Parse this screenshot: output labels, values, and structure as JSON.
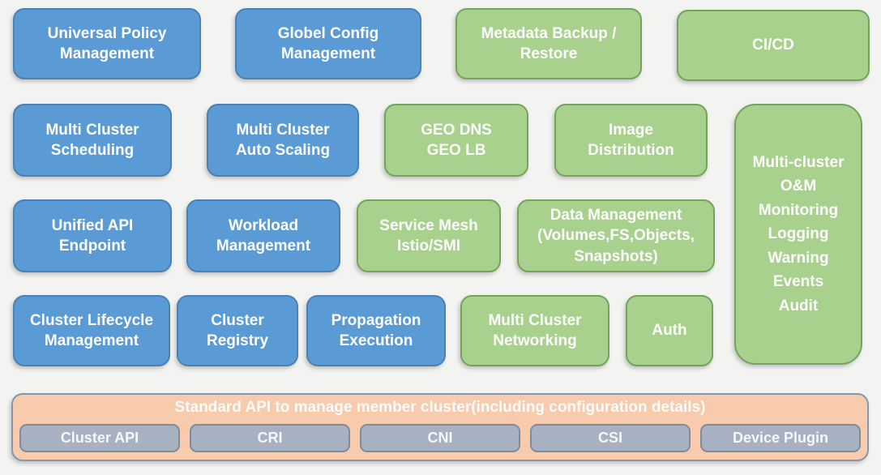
{
  "colors": {
    "blue_fill": "#5b9bd5",
    "blue_border": "#4a80b2",
    "green_fill": "#a9d18e",
    "green_border": "#74a35b",
    "orange_fill": "#f8cbad",
    "orange_border": "#8696ac",
    "gray_fill": "#a7b1c2",
    "gray_border": "#7d8b9e",
    "label_text": "#fcfcfc",
    "background": "#f3f3f1"
  },
  "rows": [
    {
      "boxes": [
        {
          "label": "Universal Policy\nManagement",
          "color": "blue"
        },
        {
          "label": "Globel Config\nManagement",
          "color": "blue"
        },
        {
          "label": "Metadata Backup /\nRestore",
          "color": "green"
        },
        {
          "label": "CI/CD",
          "color": "green"
        }
      ]
    },
    {
      "boxes": [
        {
          "label": "Multi Cluster\nScheduling",
          "color": "blue"
        },
        {
          "label": "Multi Cluster\nAuto Scaling",
          "color": "blue"
        },
        {
          "label": "GEO DNS\nGEO LB",
          "color": "green"
        },
        {
          "label": "Image\nDistribution",
          "color": "green"
        }
      ]
    },
    {
      "boxes": [
        {
          "label": "Unified API\nEndpoint",
          "color": "blue"
        },
        {
          "label": "Workload\nManagement",
          "color": "blue"
        },
        {
          "label": "Service Mesh\nIstio/SMI",
          "color": "green"
        },
        {
          "label": "Data Management\n(Volumes,FS,Objects,\nSnapshots)",
          "color": "green"
        }
      ]
    },
    {
      "boxes": [
        {
          "label": "Cluster Lifecycle\nManagement",
          "color": "blue"
        },
        {
          "label": "Cluster\nRegistry",
          "color": "blue"
        },
        {
          "label": "Propagation\nExecution",
          "color": "blue"
        },
        {
          "label": "Multi Cluster\nNetworking",
          "color": "green"
        },
        {
          "label": "Auth",
          "color": "green"
        }
      ]
    }
  ],
  "om_box": {
    "label": "Multi-cluster\nO&M\nMonitoring\nLogging\nWarning\nEvents\nAudit",
    "color": "green"
  },
  "api_bar": {
    "title": "Standard API to manage member cluster(including configuration details)",
    "items": [
      {
        "label": "Cluster API"
      },
      {
        "label": "CRI"
      },
      {
        "label": "CNI"
      },
      {
        "label": "CSI"
      },
      {
        "label": "Device Plugin"
      }
    ]
  }
}
